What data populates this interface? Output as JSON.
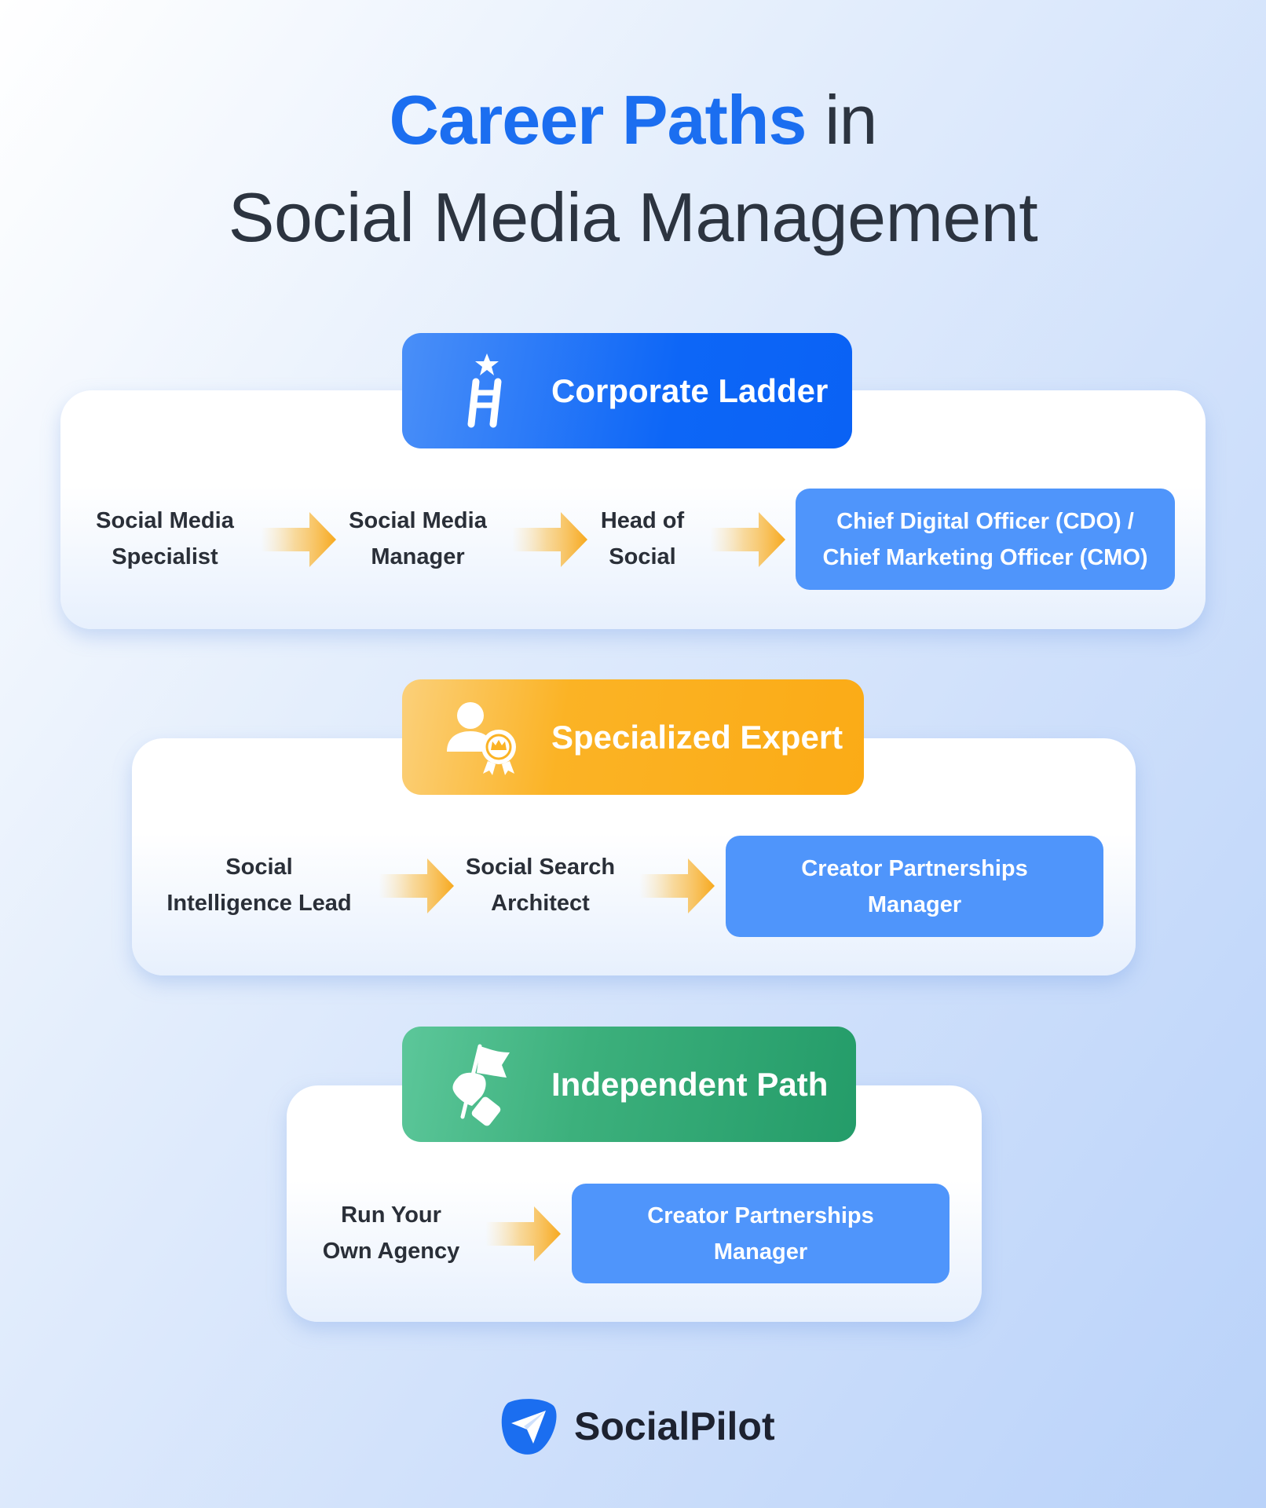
{
  "title": {
    "highlight": "Career Paths",
    "rest": " in",
    "line2": "Social Media Management"
  },
  "colors": {
    "accent_blue": "#1b6ef0",
    "corporate": "#0d66f7",
    "specialized": "#fbb325",
    "independent": "#3cb07c",
    "final_box": "#4f95fb",
    "arrow": "#f9b233",
    "text_dark": "#2c3440"
  },
  "paths": [
    {
      "label": "Corporate Ladder",
      "icon": "ladder-star-icon",
      "steps": [
        {
          "line1": "Social Media",
          "line2": "Specialist"
        },
        {
          "line1": "Social Media",
          "line2": "Manager"
        },
        {
          "line1": "Head of",
          "line2": "Social"
        }
      ],
      "final": {
        "line1": "Chief Digital Officer (CDO) /",
        "line2": "Chief Marketing Officer (CMO)"
      }
    },
    {
      "label": "Specialized Expert",
      "icon": "person-award-icon",
      "steps": [
        {
          "line1": "Social",
          "line2": "Intelligence Lead"
        },
        {
          "line1": "Social Search",
          "line2": "Architect"
        }
      ],
      "final": {
        "line1": "Creator Partnerships",
        "line2": "Manager"
      }
    },
    {
      "label": "Independent Path",
      "icon": "hand-flag-icon",
      "steps": [
        {
          "line1": "Run Your",
          "line2": "Own Agency"
        }
      ],
      "final": {
        "line1": "Creator Partnerships",
        "line2": "Manager"
      }
    }
  ],
  "brand": {
    "name": "SocialPilot",
    "icon": "paper-plane-logo-icon"
  }
}
